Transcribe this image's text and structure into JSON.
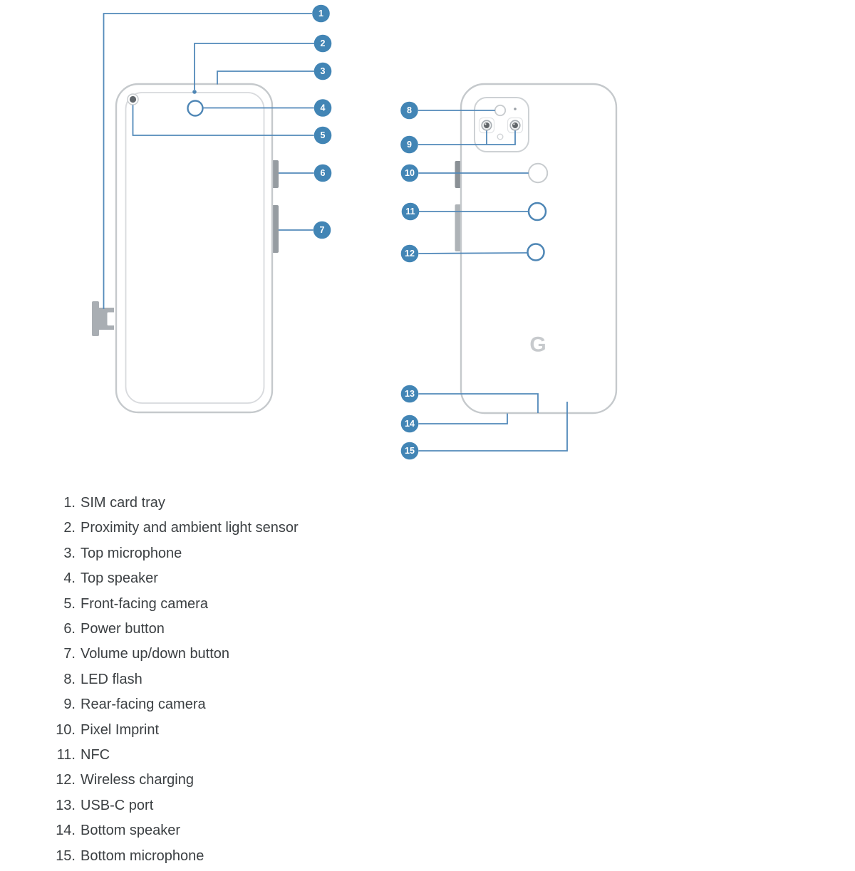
{
  "colors": {
    "accent_blue": "#4285b5",
    "connector_blue": "#5289ba",
    "ring_blue": "#4e86b5",
    "outline_gray": "#c5c9cc",
    "screen_outline_gray": "#d8dadd",
    "button_gray": "#969ca1",
    "logo_gray": "#c7cacd",
    "text_gray": "#3c4043"
  },
  "diagram": {
    "google_logo": "G",
    "callouts": [
      {
        "label": "1"
      },
      {
        "label": "2"
      },
      {
        "label": "3"
      },
      {
        "label": "4"
      },
      {
        "label": "5"
      },
      {
        "label": "6"
      },
      {
        "label": "7"
      },
      {
        "label": "8"
      },
      {
        "label": "9"
      },
      {
        "label": "10"
      },
      {
        "label": "11"
      },
      {
        "label": "12"
      },
      {
        "label": "13"
      },
      {
        "label": "14"
      },
      {
        "label": "15"
      }
    ]
  },
  "feature_list": {
    "items": [
      {
        "number": "1.",
        "label": "SIM card tray"
      },
      {
        "number": "2.",
        "label": "Proximity and ambient light sensor"
      },
      {
        "number": "3.",
        "label": "Top microphone"
      },
      {
        "number": "4.",
        "label": "Top speaker"
      },
      {
        "number": "5.",
        "label": "Front-facing camera"
      },
      {
        "number": "6.",
        "label": "Power button"
      },
      {
        "number": "7.",
        "label": "Volume up/down button"
      },
      {
        "number": "8.",
        "label": "LED flash"
      },
      {
        "number": "9.",
        "label": "Rear-facing camera"
      },
      {
        "number": "10.",
        "label": "Pixel Imprint"
      },
      {
        "number": "11.",
        "label": "NFC"
      },
      {
        "number": "12.",
        "label": "Wireless charging"
      },
      {
        "number": "13.",
        "label": "USB-C port"
      },
      {
        "number": "14.",
        "label": "Bottom speaker"
      },
      {
        "number": "15.",
        "label": "Bottom microphone"
      }
    ]
  }
}
